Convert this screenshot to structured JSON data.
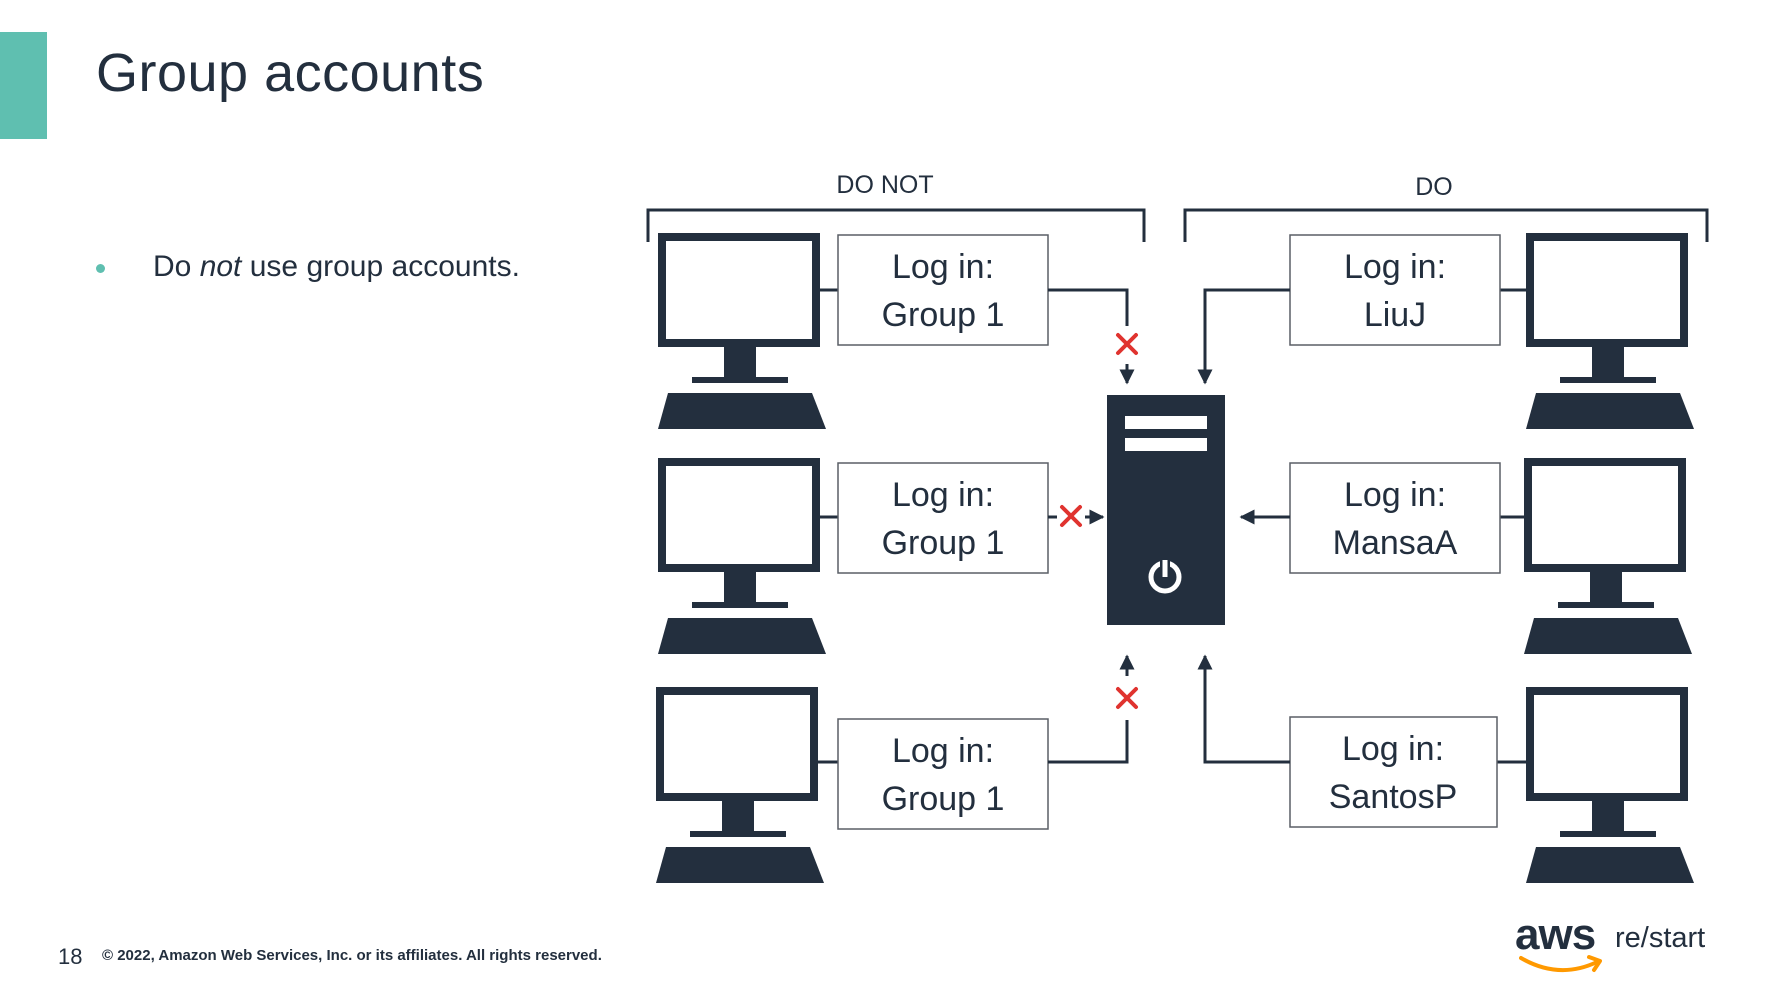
{
  "slide": {
    "title": "Group accounts",
    "page_number": "18"
  },
  "bullets": [
    {
      "prefix": "Do ",
      "emphasis": "not",
      "suffix": " use group accounts."
    }
  ],
  "diagram": {
    "left_section_label": "DO NOT",
    "right_section_label": "DO",
    "login_prefix": "Log in:",
    "left_logins": [
      "Group 1",
      "Group 1",
      "Group 1"
    ],
    "right_logins": [
      "LiuJ",
      "MansaA",
      "SantosP"
    ],
    "colors": {
      "icon": "#232f3e",
      "blocked": "#e0332f",
      "box_border": "#5a5f66",
      "accent": "#5fbfb0"
    }
  },
  "footer": {
    "copyright": "© 2022, Amazon Web Services, Inc. or its affiliates. All rights reserved."
  },
  "logo": {
    "brand": "aws",
    "product": "re/start"
  }
}
